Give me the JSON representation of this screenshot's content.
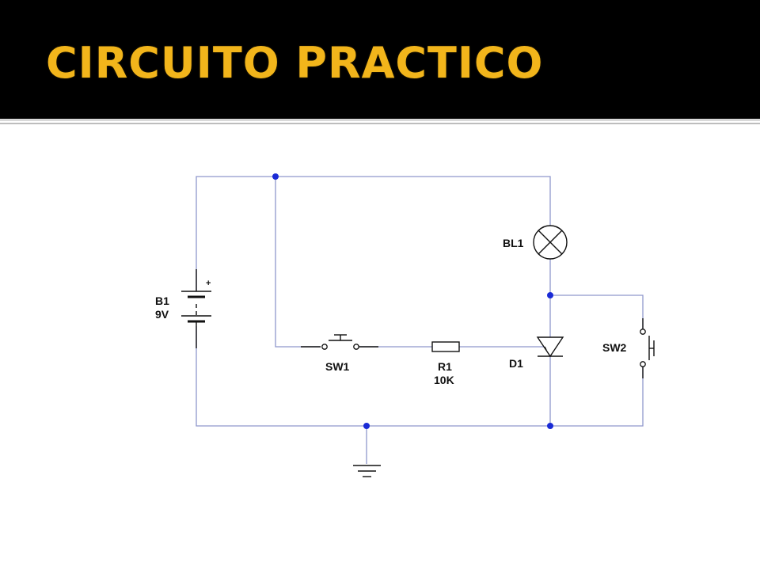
{
  "slide": {
    "title": "CIRCUITO PRACTICO"
  },
  "colors": {
    "title_bar": "#000000",
    "title_text": "#f2b51b",
    "wire": "#8f97cc",
    "node": "#1a2bd6",
    "component": "#101010"
  },
  "circuit": {
    "battery": {
      "ref": "B1",
      "value": "9V",
      "polarity": "+"
    },
    "lamp": {
      "ref": "BL1"
    },
    "switch1": {
      "ref": "SW1"
    },
    "resistor": {
      "ref": "R1",
      "value": "10K"
    },
    "thyristor": {
      "ref": "D1"
    },
    "switch2": {
      "ref": "SW2"
    }
  }
}
